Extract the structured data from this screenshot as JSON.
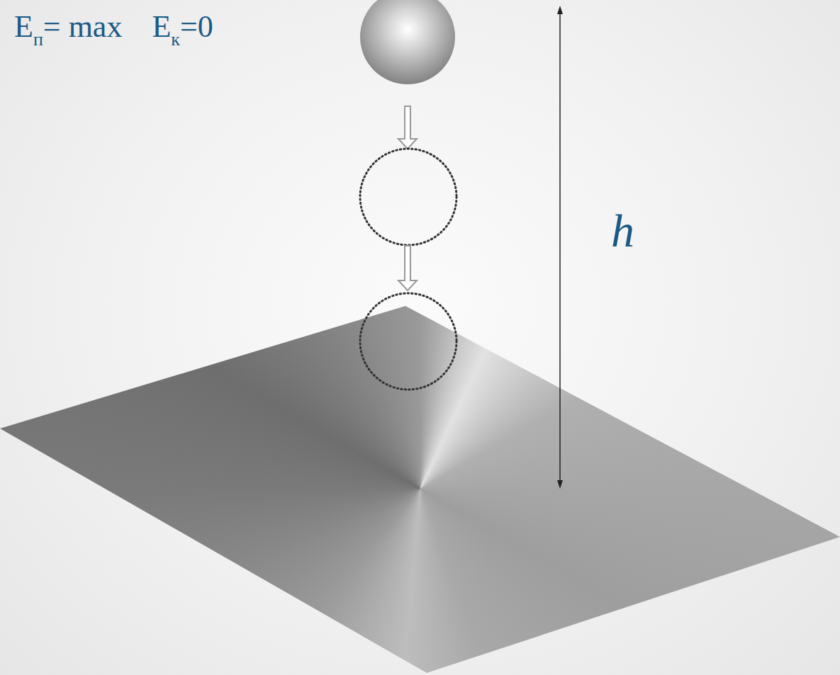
{
  "diagram": {
    "labels": [
      "E",
      "п",
      "= max",
      "E",
      "к",
      "=0",
      "h"
    ]
  }
}
